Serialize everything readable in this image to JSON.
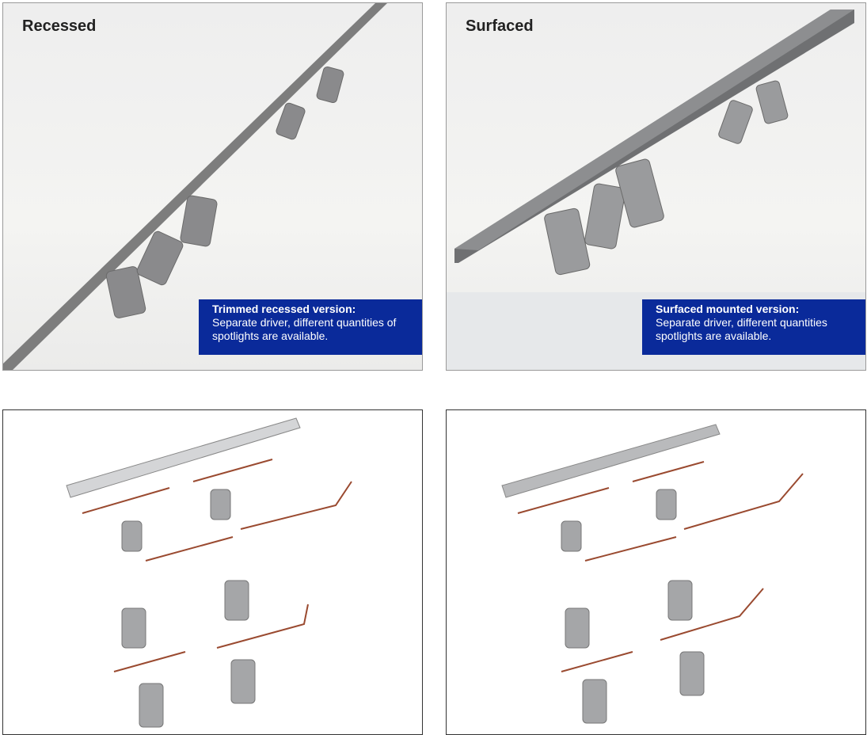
{
  "panels": [
    {
      "title": "Recessed",
      "caption_heading": "Trimmed recessed version:",
      "caption_body": "Separate driver, different quantities of spotlights are available."
    },
    {
      "title": "Surfaced",
      "caption_heading": "Surfaced mounted version:",
      "caption_body": "Separate driver, different quantities spotlights are available."
    }
  ],
  "colors": {
    "caption_bg": "#0a2a9a"
  }
}
